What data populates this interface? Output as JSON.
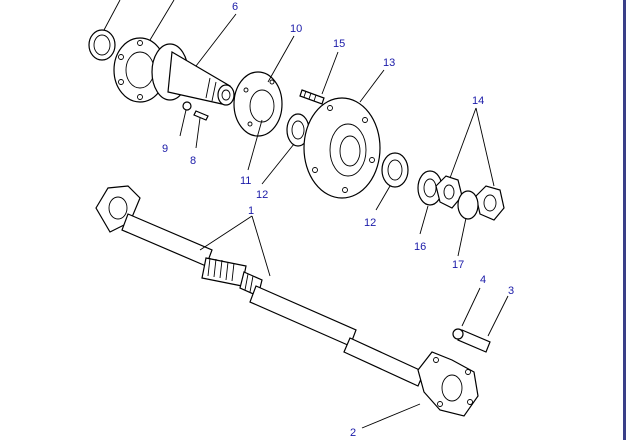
{
  "callouts": {
    "c1": "1",
    "c2": "2",
    "c3": "3",
    "c4": "4",
    "c6": "6",
    "c8": "8",
    "c9": "9",
    "c10": "10",
    "c11": "11",
    "c12a": "12",
    "c12b": "12",
    "c13": "13",
    "c14": "14",
    "c15": "15",
    "c16": "16",
    "c17": "17"
  },
  "colors": {
    "callout_text": "#1a1aa8",
    "line": "#000000",
    "frame_edge": "#3a3f88"
  }
}
